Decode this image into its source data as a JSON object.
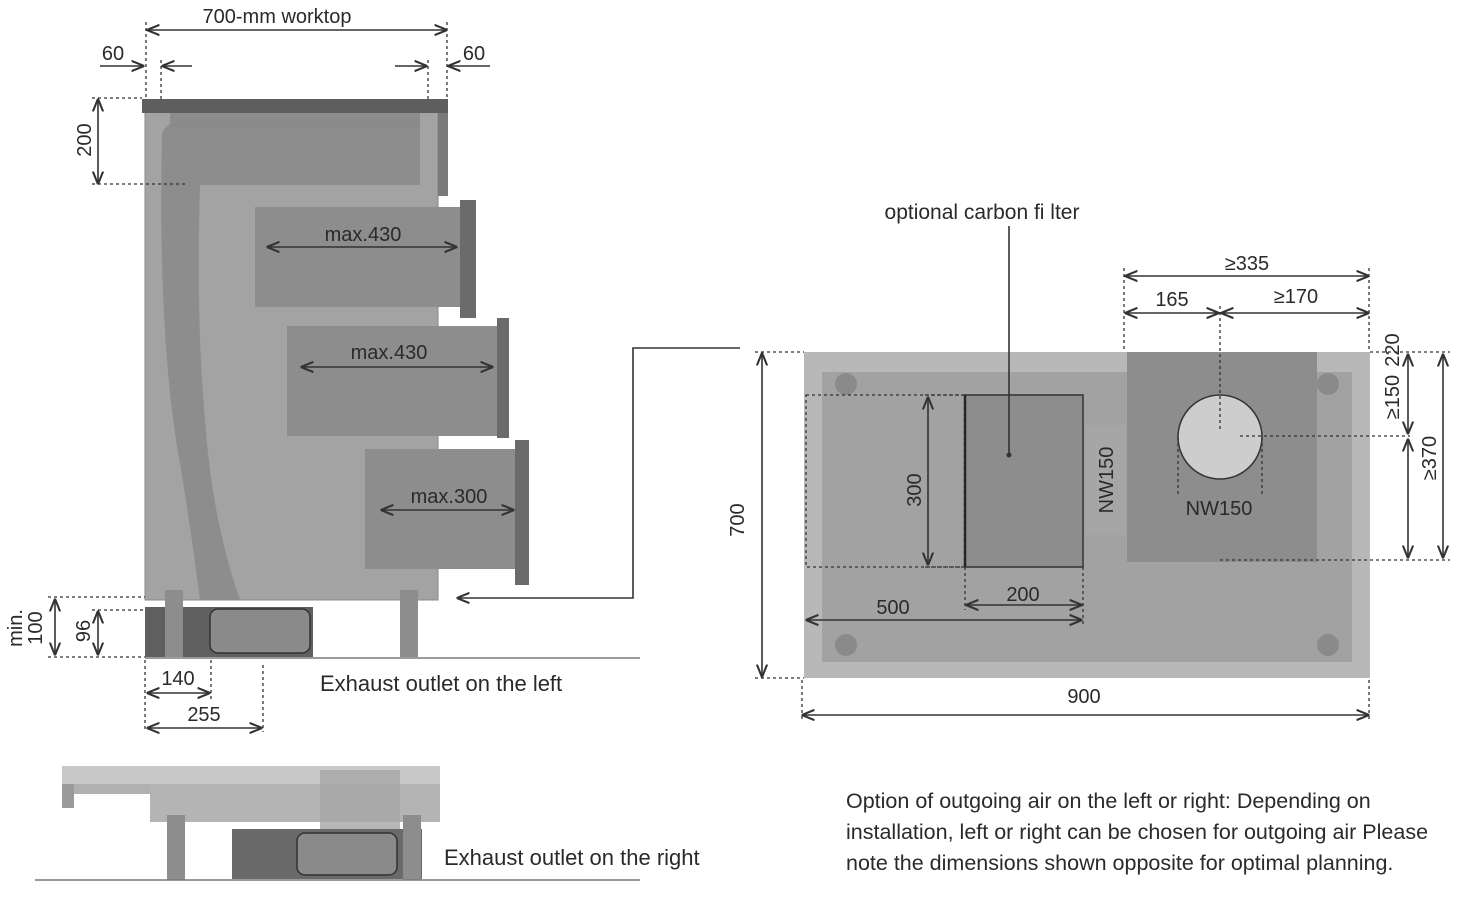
{
  "left_view": {
    "worktop_label": "700-mm worktop",
    "dim_left_60": "60",
    "dim_right_60": "60",
    "dim_200": "200",
    "drawer1": "max.430",
    "drawer2": "max.430",
    "drawer3": "max.300",
    "dim_min": "min.",
    "dim_100": "100",
    "dim_96": "96",
    "dim_140": "140",
    "dim_255": "255",
    "exhaust_left": "Exhaust outlet on the left"
  },
  "bottom_view": {
    "exhaust_right": "Exhaust outlet on the right"
  },
  "plan_view": {
    "carbon_filter": "optional carbon fi lter",
    "dim_335": "≥335",
    "dim_165": "165",
    "dim_170": "≥170",
    "dim_220": "220",
    "dim_150": "≥150",
    "dim_370": "≥370",
    "dim_300": "300",
    "dim_700": "700",
    "nw150_side": "NW150",
    "nw150_round": "NW150",
    "dim_200": "200",
    "dim_500": "500",
    "dim_900": "900"
  },
  "note": {
    "text": "Option of outgoing air on the left or right:  Depending on installation, left or right can be chosen for  outgoing air Please note the dimensions shown opposite for optimal planning."
  },
  "colors": {
    "cabinet": "#9a9a9a",
    "cabinet_dark": "#6e6e6e",
    "duct": "#828282",
    "worktop": "#5a5a5a",
    "line": "#333333"
  }
}
